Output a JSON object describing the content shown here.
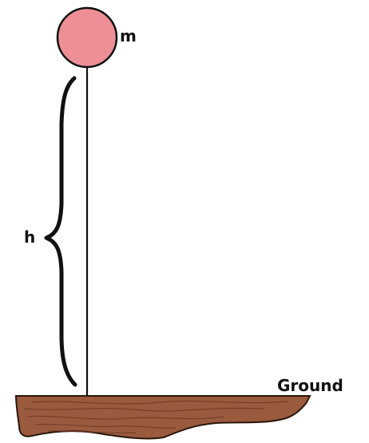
{
  "labels": {
    "mass": "m",
    "height": "h",
    "ground": "Ground"
  },
  "colors": {
    "ball_fill": "#ee8f97",
    "ball_stroke": "#111111",
    "rod": "#111111",
    "brace": "#111111",
    "ground_fill": "#9a5a3e",
    "ground_stroke": "#2a160c",
    "ground_grain": "#6e3a25",
    "background": "#ffffff"
  }
}
